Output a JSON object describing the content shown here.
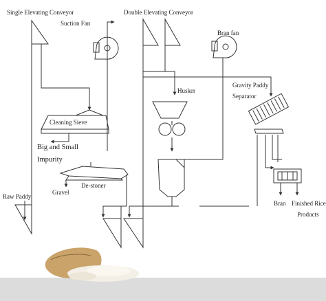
{
  "labels": {
    "single_elevating_conveyor": "Single Elevating Conveyor",
    "double_elevating_conveyor": "Double Elevating Conveyor",
    "suction_fan": "Suction Fan",
    "bran_fan": "Bran fan",
    "husker": "Husker",
    "gravity_paddy_separator_line1": "Gravity Paddy",
    "gravity_paddy_separator_line2": "Separator",
    "cleaning_sieve": "Cleaning Sieve",
    "big_small_impurity_line1": "Big and Small",
    "big_small_impurity_line2": "Impurity",
    "de_stoner": "De-stoner",
    "gravel": "Gravel",
    "raw_paddy": "Raw Paddy",
    "bran": "Bran",
    "finished_rice_line1": "Finished Rice",
    "finished_rice_line2": "Products"
  },
  "colors": {
    "line": "#333333",
    "floor": "#dcdcdc",
    "sack": "#c9a36a",
    "rice": "#f3efe6"
  }
}
